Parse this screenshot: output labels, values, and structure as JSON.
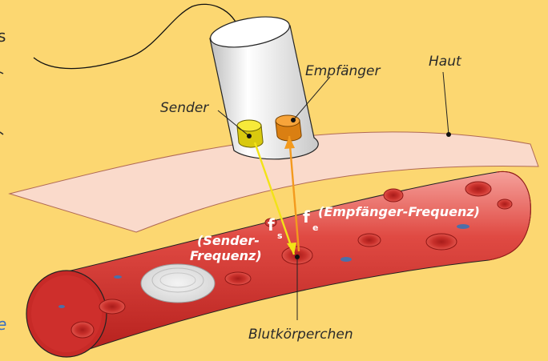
{
  "labels": {
    "haut": "Haut",
    "empfaenger": "Empfänger",
    "sender": "Sender",
    "empfaenger_frequenz": "(Empfänger-Frequenz)",
    "sender_frequenz_line1": "(Sender-",
    "sender_frequenz_line2": "Frequenz)",
    "f_s_main": "f",
    "f_s_sub": "s",
    "f_e_main": "f",
    "f_e_sub": "e",
    "blutkoerperchen": "Blutkörperchen"
  },
  "edge_fragments": {
    "top_s": "s",
    "bottom_e": "e"
  },
  "colors": {
    "background": "#FCD771",
    "skin": "#FADACB",
    "vessel": "#D9312B",
    "sender_transducer": "#F2E317",
    "receiver_transducer": "#F39A1E",
    "emitted_wave": "#F2E317",
    "reflected_wave": "#F39A1E"
  }
}
